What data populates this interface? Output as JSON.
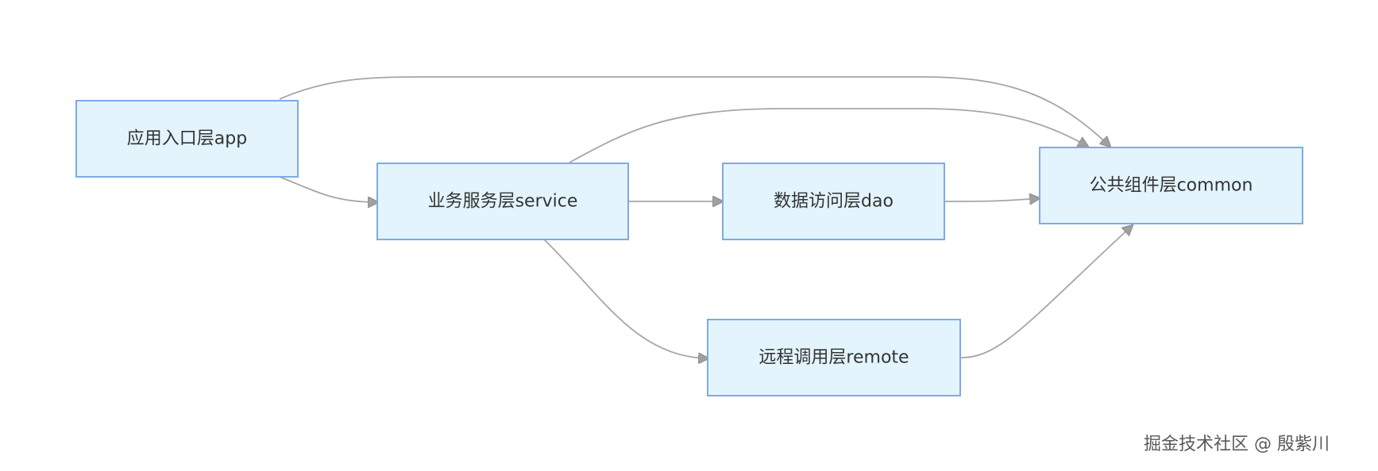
{
  "nodes": {
    "app": "应用入口层app",
    "service": "业务服务层service",
    "dao": "数据访问层dao",
    "common": "公共组件层common",
    "remote": "远程调用层remote"
  },
  "edges": [
    {
      "from": "app",
      "to": "service"
    },
    {
      "from": "app",
      "to": "common"
    },
    {
      "from": "service",
      "to": "dao"
    },
    {
      "from": "service",
      "to": "common"
    },
    {
      "from": "service",
      "to": "remote"
    },
    {
      "from": "dao",
      "to": "common"
    },
    {
      "from": "remote",
      "to": "common"
    }
  ],
  "colors": {
    "node_fill": "#e3f4fd",
    "node_border": "#7eaaea",
    "edge": "#a6a6a6",
    "text": "#333333"
  },
  "watermark": "掘金技术社区 @ 殷紫川"
}
